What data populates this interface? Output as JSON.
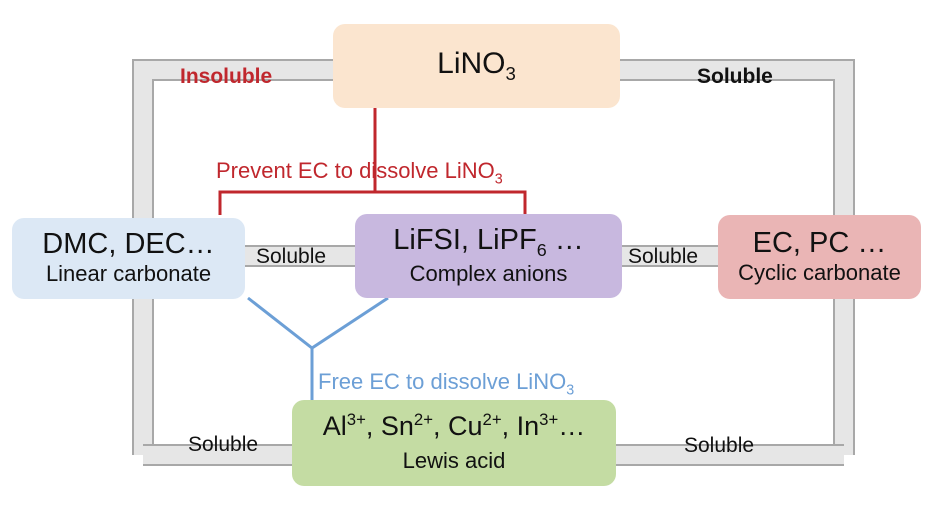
{
  "nodes": {
    "lino3": {
      "text": "LiNO",
      "sub": "3"
    },
    "linear": {
      "main": "DMC, DEC…",
      "sub": "Linear carbonate"
    },
    "complex": {
      "main_a": "LiFSI, LiPF",
      "main_sub": "6",
      "main_b": " …",
      "sub": "Complex anions"
    },
    "cyclic": {
      "main": "EC, PC …",
      "sub": "Cyclic carbonate"
    },
    "lewis": {
      "al": "Al",
      "al_sup": "3+",
      "sep1": ", Sn",
      "sn_sup": "2+",
      "sep2": ", Cu",
      "cu_sup": "2+",
      "sep3": ", In",
      "in_sup": "3+",
      "tail": "…",
      "sub": "Lewis acid"
    }
  },
  "relations": {
    "insoluble": "Insoluble",
    "soluble_top_right": "Soluble",
    "soluble_linear_complex": "Soluble",
    "soluble_complex_cyclic": "Soluble",
    "soluble_bottom_left": "Soluble",
    "soluble_bottom_right": "Soluble"
  },
  "annotations": {
    "prevent_text": "Prevent EC to dissolve LiNO",
    "prevent_sub": "3",
    "free_text": "Free EC to dissolve LiNO",
    "free_sub": "3"
  },
  "colors": {
    "lino3_fill": "#fbe5cf",
    "linear_fill": "#dce8f5",
    "complex_fill": "#c8b8df",
    "cyclic_fill": "#eab5b5",
    "lewis_fill": "#c4dca3",
    "frame_fill": "#e6e6e6",
    "frame_stroke": "#a8a8a8",
    "red": "#c0272d",
    "blue": "#6c9fd6"
  }
}
